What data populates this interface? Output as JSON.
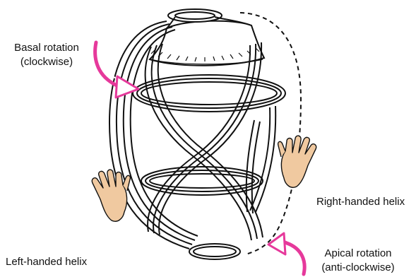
{
  "labels": {
    "basal_rotation": "Basal rotation",
    "basal_direction": "(clockwise)",
    "right_helix": "Right-handed helix",
    "left_helix": "Left-handed helix",
    "apical_rotation": "Apical rotation",
    "apical_direction": "(anti-clockwise)"
  },
  "colors": {
    "rotation_arrow": "#e6399b",
    "hand_fill": "#f0c9a0",
    "outline": "#111111"
  },
  "icons": {
    "basal_arrow": "curved-arrow-clockwise-icon",
    "apical_arrow": "curved-arrow-anticlockwise-icon",
    "left_hand": "left-hand-icon",
    "right_hand": "right-hand-icon"
  }
}
